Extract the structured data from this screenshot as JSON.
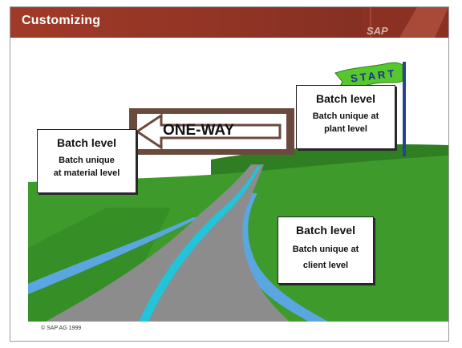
{
  "header": {
    "title": "Customizing",
    "logo_text": "SAP"
  },
  "sign": {
    "text": "ONE-WAY"
  },
  "flag": {
    "text": "START"
  },
  "cards": [
    {
      "title": "Batch level",
      "line1": "Batch unique at",
      "line2": "plant level"
    },
    {
      "title": "Batch level",
      "line1": "Batch unique",
      "line2": "at material level"
    },
    {
      "title": "Batch level",
      "line1": "Batch unique at",
      "line2": "client level"
    }
  ],
  "footer": {
    "copyright": "© SAP AG 1999"
  },
  "colors": {
    "header": "#9a3727",
    "grass": "#3f9a2c",
    "road": "#8c8c8c",
    "river": "#5aa6e0",
    "sign": "#6b4a3e",
    "flag": "#57c72f",
    "pole": "#27409b"
  }
}
